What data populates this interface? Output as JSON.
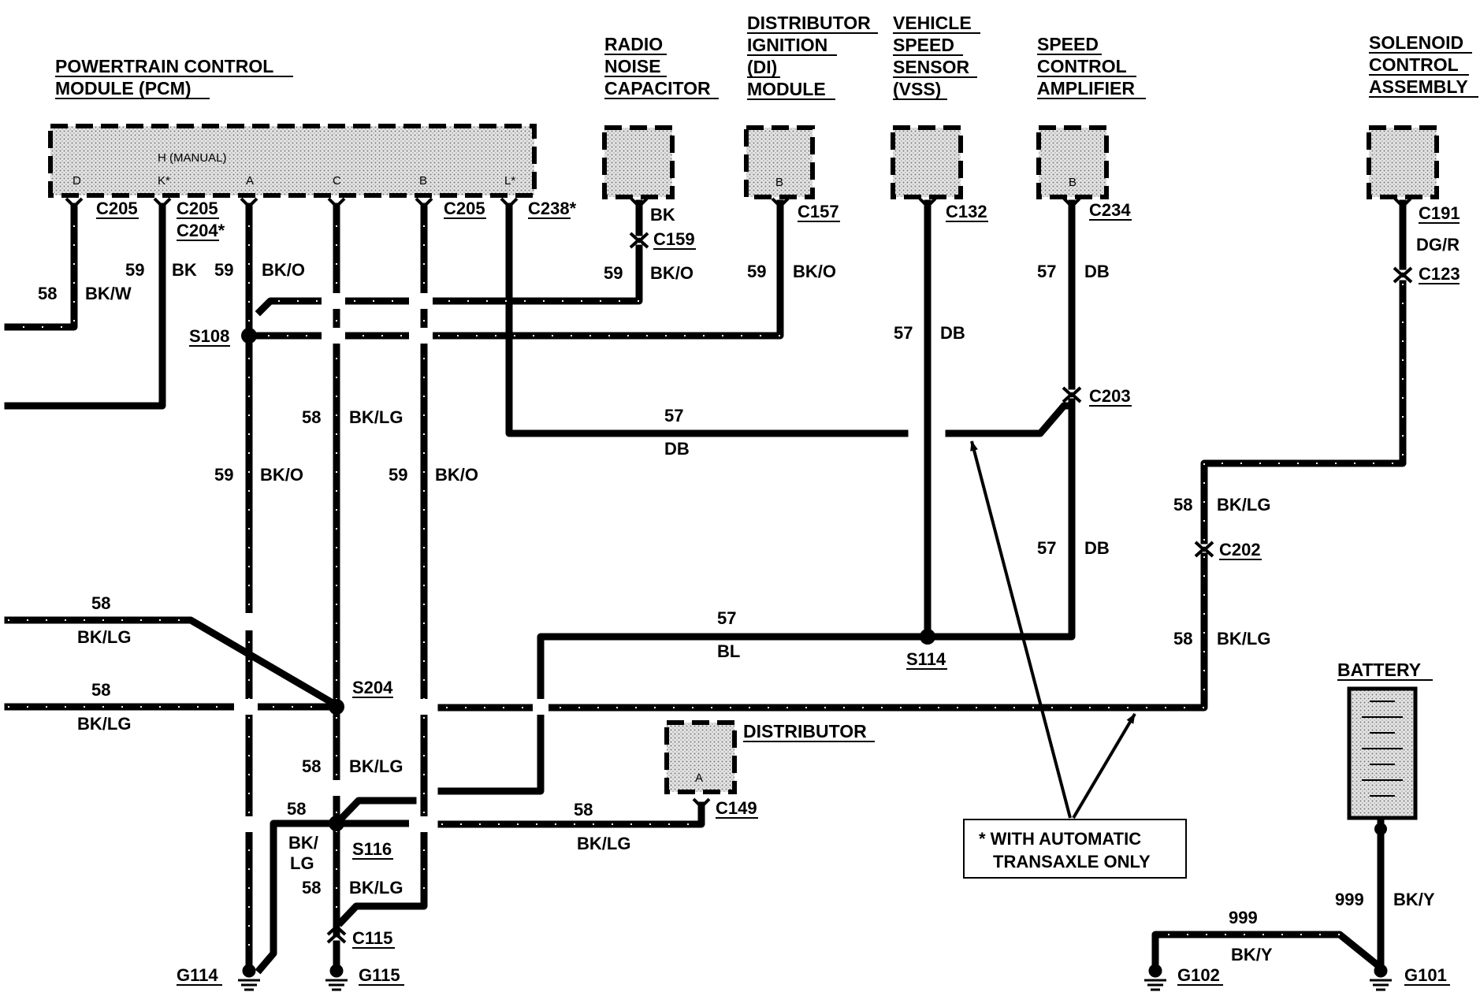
{
  "titles": {
    "pcm": [
      "POWERTRAIN CONTROL",
      "MODULE (PCM)"
    ],
    "radio": [
      "RADIO",
      "NOISE",
      "CAPACITOR"
    ],
    "di": [
      "DISTRIBUTOR",
      "IGNITION",
      "(DI)",
      "MODULE"
    ],
    "vss": [
      "VEHICLE",
      "SPEED",
      "SENSOR",
      "(VSS)"
    ],
    "speed_amp": [
      "SPEED",
      "CONTROL",
      "AMPLIFIER"
    ],
    "solenoid": [
      "SOLENOID",
      "CONTROL",
      "ASSEMBLY"
    ],
    "distributor": "DISTRIBUTOR",
    "battery": "BATTERY"
  },
  "pcm_pins": {
    "h": "H (MANUAL)",
    "d": "D",
    "k": "K*",
    "a": "A",
    "c": "C",
    "b": "B",
    "l": "L*"
  },
  "module_pins": {
    "di": "B",
    "amp": "B",
    "distributor": "A"
  },
  "connectors": {
    "c205_a": "C205",
    "c205_b": "C205",
    "c204": "C204*",
    "c205_c": "C205",
    "c238": "C238*",
    "c159": "C159",
    "c157": "C157",
    "c132": "C132",
    "c234": "C234",
    "c191": "C191",
    "c123": "C123",
    "c203": "C203",
    "c202": "C202",
    "c149": "C149",
    "c115": "C115"
  },
  "splices": {
    "s108": "S108",
    "s204": "S204",
    "s116": "S116",
    "s114": "S114"
  },
  "grounds": {
    "g114": "G114",
    "g115": "G115",
    "g102": "G102",
    "g101": "G101"
  },
  "circuits": {
    "w_d_num": "58",
    "w_d_col": "BK/W",
    "w_k_num": "59",
    "w_k_col": "BK",
    "w_a_num": "59",
    "w_a_col": "BK/O",
    "radio_top_col": "BK",
    "radio_num": "59",
    "radio_col": "BK/O",
    "di_num": "59",
    "di_col": "BK/O",
    "vss_top_num": "57",
    "vss_top_col": "DB",
    "amp_top_num": "57",
    "amp_top_col": "DB",
    "sol_col": "DG/R",
    "c_num": "58",
    "c_col": "BK/LG",
    "a_low_num": "59",
    "a_low_col": "BK/O",
    "b_num": "59",
    "b_col": "BK/O",
    "l_num": "57",
    "l_col": "DB",
    "amp_mid_num": "57",
    "amp_mid_col": "DB",
    "sol_mid_num": "58",
    "sol_mid_col": "BK/LG",
    "left1_num": "58",
    "left1_col": "BK/LG",
    "left2_num": "58",
    "left2_col": "BK/LG",
    "s114_num": "57",
    "s114_col": "BL",
    "sol_low_num": "58",
    "sol_low_col": "BK/LG",
    "s116_up_num": "58",
    "s116_up_col": "BK/LG",
    "g114_num": "58",
    "g114_col_1": "BK/",
    "g114_col_2": "LG",
    "dist_num": "58",
    "dist_col": "BK/LG",
    "c115_num": "58",
    "c115_col": "BK/LG",
    "bat_num": "999",
    "bat_col": "BK/Y",
    "g102_num": "999",
    "g102_col": "BK/Y"
  },
  "note": [
    "* WITH AUTOMATIC",
    "TRANSAXLE ONLY"
  ]
}
